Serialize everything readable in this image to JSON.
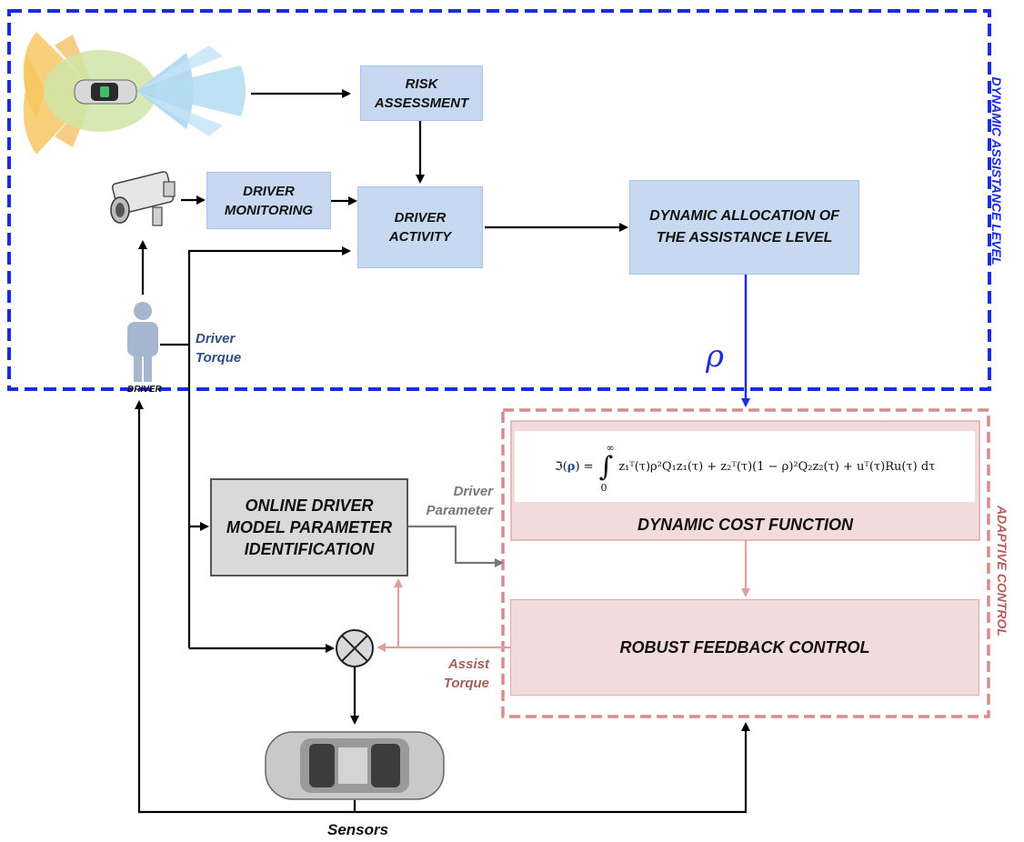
{
  "levels": {
    "top_label": "DYNAMIC ASSISTANCE LEVEL",
    "right_label": "ADAPTIVE CONTROL",
    "top_color": "#1a2be0",
    "right_color": "#d98c8c"
  },
  "blocks": {
    "risk_assessment": "RISK\nASSESSMENT",
    "driver_monitoring": "DRIVER\nMONITORING",
    "driver_activity": "DRIVER\nACTIVITY",
    "dynamic_allocation": "DYNAMIC ALLOCATION OF\nTHE ASSISTANCE LEVEL",
    "online_identification": "ONLINE DRIVER\nMODEL PARAMETER\nIDENTIFICATION",
    "dynamic_cost_function": "DYNAMIC COST FUNCTION",
    "robust_feedback_control": "ROBUST FEEDBACK CONTROL"
  },
  "labels": {
    "driver": "DRIVER",
    "driver_torque": "Driver\nTorque",
    "driver_parameter": "Driver\nParameter",
    "assist_torque": "Assist\nTorque",
    "sensors": "Sensors",
    "rho": "ρ"
  },
  "equation": {
    "lhs": "ℑ(",
    "rho": "ρ",
    "lhs_close": ") = ",
    "text": "z₁ᵀ(τ)ρ²Q₁z₁(τ) + z₂ᵀ(τ)(1 − ρ)²Q₂z₂(τ) + uᵀ(τ)Ru(τ) dτ"
  },
  "icons": [
    "car-sensor-coverage-icon",
    "camera-icon",
    "driver-person-icon",
    "summing-junction-icon",
    "car-topview-icon"
  ]
}
